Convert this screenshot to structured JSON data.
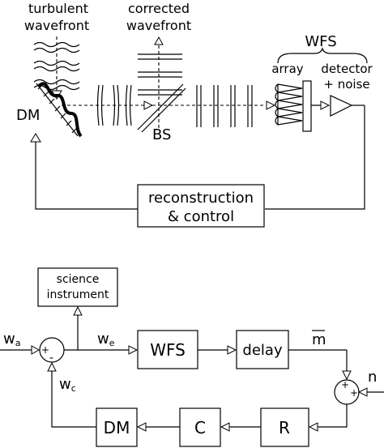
{
  "top": {
    "turbulent_line1": "turbulent",
    "turbulent_line2": "wavefront",
    "corrected_line1": "corrected",
    "corrected_line2": "wavefront",
    "wfs": "WFS",
    "array": "array",
    "detector_line1": "detector",
    "detector_line2": "+ noise",
    "dm": "DM",
    "bs": "BS",
    "recon_line1": "reconstruction",
    "recon_line2": "& control"
  },
  "bottom": {
    "science_line1": "science",
    "science_line2": "instrument",
    "wa": "w",
    "wa_sub": "a",
    "we": "w",
    "we_sub": "e",
    "wc": "w",
    "wc_sub": "c",
    "plus1": "+",
    "minus1": "-",
    "plus2": "+",
    "plus3": "+",
    "wfs": "WFS",
    "delay": "delay",
    "m": "m",
    "n": "n",
    "dm": "DM",
    "c": "C",
    "r": "R"
  }
}
